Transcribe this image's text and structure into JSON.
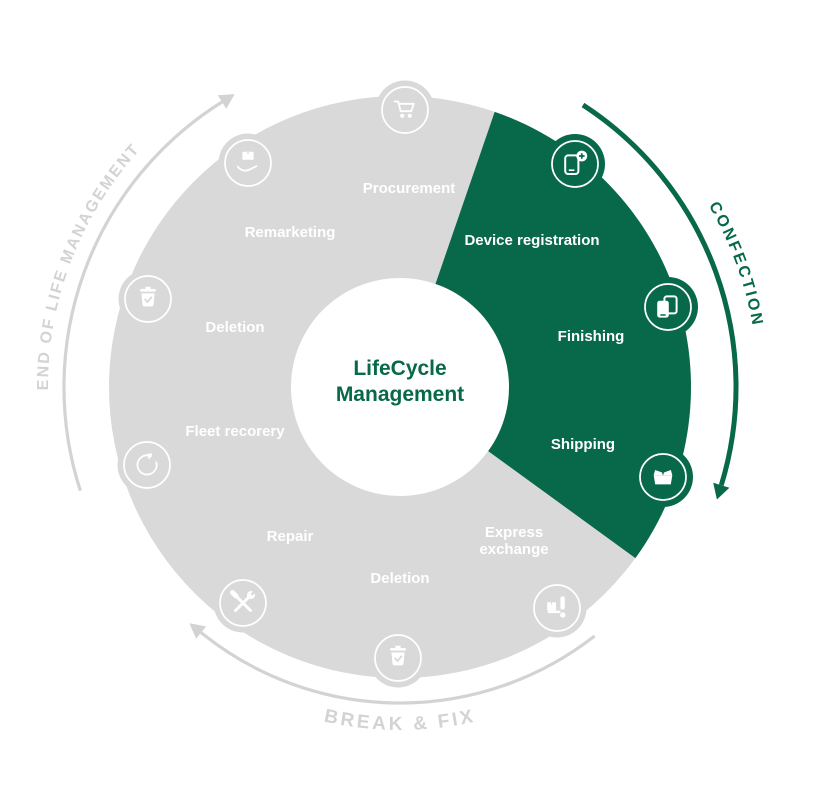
{
  "diagram": {
    "center_title": {
      "line1": "LifeCycle",
      "line2": "Management"
    },
    "green_segment": {
      "arc_label": "CONFECTION",
      "labels": {
        "device_registration": "Device registration",
        "finishing": "Finishing",
        "shipping": "Shipping"
      }
    },
    "gray_segment": {
      "arc_label_top": "END OF LIFE MANAGEMENT",
      "arc_label_bottom": "BREAK & FIX",
      "labels": {
        "procurement": "Procurement",
        "remarketing": "Remarketing",
        "deletion_upper": "Deletion",
        "fleet_recovery": "Fleet recorery",
        "repair": "Repair",
        "deletion_lower": "Deletion",
        "express_exchange_line1": "Express",
        "express_exchange_line2": "exchange"
      }
    },
    "icons": {
      "procurement": "shopping-cart-icon",
      "device_registration": "phone-add-icon",
      "finishing": "devices-icon",
      "shipping": "open-box-icon",
      "express_exchange": "hand-truck-icon",
      "deletion_lower": "trash-check-icon",
      "repair": "tools-icon",
      "fleet_recovery": "restore-arrow-icon",
      "deletion_upper": "trash-check-icon",
      "remarketing": "hand-box-icon"
    },
    "colors": {
      "green": "#07694a",
      "wheel_gray": "#d9d9d9",
      "arc_gray": "#d3d3d3",
      "label_white": "#ffffff"
    }
  }
}
